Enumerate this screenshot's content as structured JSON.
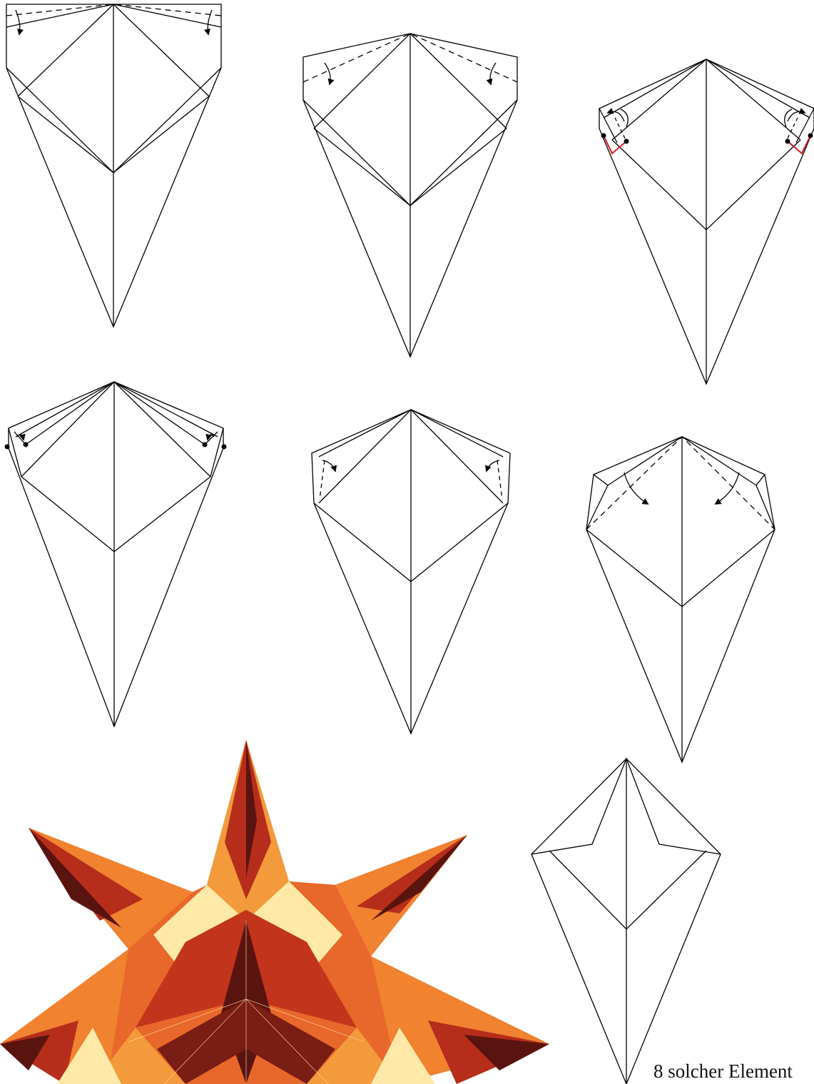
{
  "caption": "8 solcher Element",
  "colors": {
    "line": "#000000",
    "highlight": "#d21f1f",
    "star_light": "#ffe9a8",
    "star_orange": "#f07a26",
    "star_red": "#c2351c",
    "star_dark": "#5a1410"
  },
  "steps": [
    {
      "name": "step-1",
      "arrows": "fold-top-corners-down"
    },
    {
      "name": "step-2",
      "arrows": "fold-top-corners-down"
    },
    {
      "name": "step-3",
      "arrows": "tuck-corners",
      "marked_points": 4
    },
    {
      "name": "step-4",
      "arrows": "tuck-corners",
      "marked_points": 4
    },
    {
      "name": "step-5",
      "arrows": "fold-corners-in"
    },
    {
      "name": "step-6",
      "arrows": "fold-flaps-down"
    },
    {
      "name": "step-7",
      "arrows": "none"
    }
  ],
  "icons": [
    "fold-arrow-icon",
    "valley-fold-line-icon",
    "reference-dot-icon",
    "finished-star-image"
  ]
}
